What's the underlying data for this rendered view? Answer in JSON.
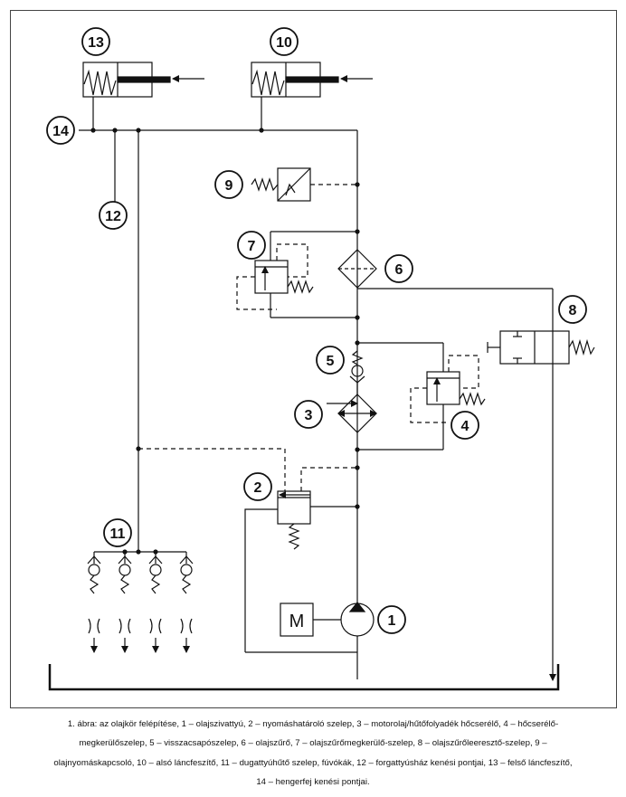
{
  "components": [
    {
      "id": "13",
      "label": "13"
    },
    {
      "id": "10",
      "label": "10"
    },
    {
      "id": "14",
      "label": "14"
    },
    {
      "id": "12",
      "label": "12"
    },
    {
      "id": "9",
      "label": "9"
    },
    {
      "id": "7",
      "label": "7"
    },
    {
      "id": "6",
      "label": "6"
    },
    {
      "id": "8",
      "label": "8"
    },
    {
      "id": "5",
      "label": "5"
    },
    {
      "id": "4",
      "label": "4"
    },
    {
      "id": "3",
      "label": "3"
    },
    {
      "id": "2",
      "label": "2"
    },
    {
      "id": "11",
      "label": "11"
    },
    {
      "id": "1",
      "label": "1"
    }
  ],
  "motor_label": "M",
  "caption": {
    "line1": "1. ábra: az olajkör felépítése, 1 – olajszivattyú, 2 – nyomáshatároló szelep, 3 – motorolaj/hűtőfolyadék hőcserélő, 4 – hőcserélő-",
    "line2": "megkerülőszelep, 5 – visszacsapószelep, 6 – olajszűrő, 7 – olajszűrőmegkerülő-szelep, 8 – olajszűrőleeresztő-szelep, 9 –",
    "line3": "olajnyomáskapcsoló, 10 – alsó láncfeszítő, 11 – dugattyúhűtő szelep, fúvókák, 12 – forgattyúsház kenési pontjai, 13 – felső láncfeszítő,",
    "line4": "14 – hengerfej kenési pontjai."
  }
}
